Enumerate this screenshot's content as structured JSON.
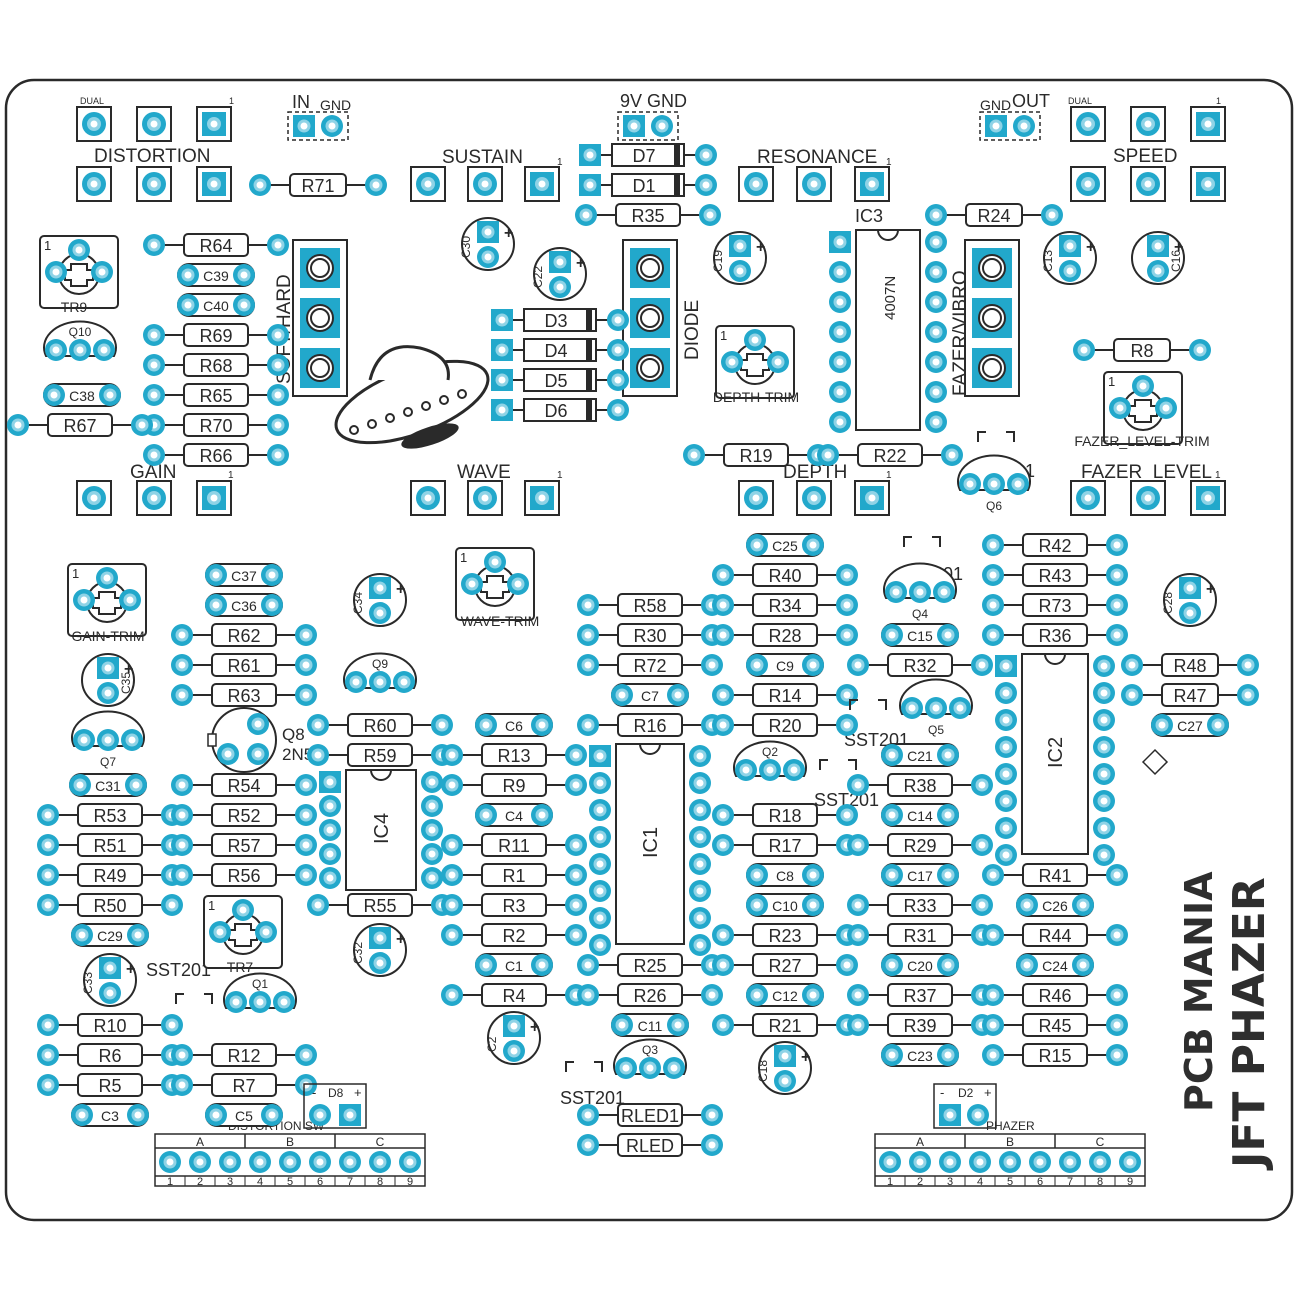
{
  "brand": {
    "line1": "PCB MANIA",
    "line2": "JFT PHAZER"
  },
  "labels": {
    "top_left_dual": "DUAL",
    "top_left_one": "1",
    "top_right_dual": "DUAL",
    "top_right_one": "1",
    "in": "IN",
    "in_gnd": "GND",
    "power": "9V GND",
    "out_gnd": "GND",
    "out": "OUT",
    "distortion": "DISTORTION",
    "sustain": "SUSTAIN",
    "resonance": "RESONANCE",
    "speed": "SPEED",
    "gain": "GAIN",
    "wave": "WAVE",
    "depth": "DEPTH",
    "fazer_level": "FAZER_LEVEL",
    "one_mark": "1",
    "soft_hard": "SOFT/HARD",
    "diode": "DIODE",
    "fazer_vibro": "FAZER/VIBRO",
    "ic3_name": "IC3",
    "ic3_part": "4007N",
    "ic1": "IC1",
    "ic2": "IC2",
    "ic4": "IC4",
    "q8_part": "2N5...",
    "sst201": "SST201",
    "distortion_sw": "DISTORTION SW",
    "phazer": "PHAZER",
    "terminal_groups": [
      "A",
      "B",
      "C"
    ],
    "terminal_numbers": [
      "1",
      "2",
      "3",
      "4",
      "5",
      "6",
      "7",
      "8",
      "9"
    ],
    "minus": "-",
    "plus": "+"
  },
  "trimmers": [
    {
      "id": "TR9",
      "label": "TR9"
    },
    {
      "id": "GAIN-TRIM",
      "label": "GAIN-TRIM"
    },
    {
      "id": "TR7",
      "label": "TR7"
    },
    {
      "id": "WAVE-TRIM",
      "label": "WAVE-TRIM"
    },
    {
      "id": "DEPTH-TRIM",
      "label": "DEPTH-TRIM"
    },
    {
      "id": "FAZER_LEVEL-TRIM",
      "label": "FAZER_LEVEL-TRIM"
    }
  ],
  "resistors": [
    "R71",
    "R35",
    "R24",
    "R64",
    "R69",
    "R68",
    "R65",
    "R70",
    "R66",
    "R67",
    "R19",
    "R22",
    "R8",
    "R62",
    "R61",
    "R63",
    "R60",
    "R59",
    "R54",
    "R52",
    "R57",
    "R56",
    "R55",
    "R53",
    "R51",
    "R49",
    "R50",
    "R10",
    "R6",
    "R5",
    "R12",
    "R7",
    "R13",
    "R9",
    "R11",
    "R1",
    "R3",
    "R2",
    "R4",
    "R58",
    "R30",
    "R72",
    "R16",
    "R25",
    "R26",
    "RLED1",
    "RLED",
    "R40",
    "R34",
    "R28",
    "R14",
    "R20",
    "R18",
    "R17",
    "R23",
    "R27",
    "R21",
    "R32",
    "R38",
    "R29",
    "R33",
    "R31",
    "R37",
    "R39",
    "R42",
    "R43",
    "R73",
    "R36",
    "R41",
    "R44",
    "R46",
    "R45",
    "R15",
    "R48",
    "R47"
  ],
  "capacitors": [
    "C39",
    "C40",
    "C38",
    "C37",
    "C36",
    "C31",
    "C29",
    "C3",
    "C5",
    "C6",
    "C4",
    "C1",
    "C7",
    "C11",
    "C25",
    "C9",
    "C8",
    "C10",
    "C12",
    "C15",
    "C21",
    "C14",
    "C17",
    "C20",
    "C23",
    "C26",
    "C24",
    "C27"
  ],
  "electrolytics": [
    "C30",
    "C22",
    "C19",
    "C13",
    "C16",
    "C34",
    "C35",
    "C32",
    "C33",
    "C2",
    "C18",
    "C28"
  ],
  "diodes": [
    "D7",
    "D1",
    "D3",
    "D4",
    "D5",
    "D6",
    "D8",
    "D2"
  ],
  "transistors": [
    "Q10",
    "Q9",
    "Q7",
    "Q8",
    "Q1",
    "Q3",
    "Q2",
    "Q4",
    "Q5",
    "Q6"
  ],
  "colors": {
    "pad": "#22a8cb",
    "pad_ring": "#8fd3e6",
    "silk": "#2a2a2a",
    "board": "#ffffff"
  }
}
